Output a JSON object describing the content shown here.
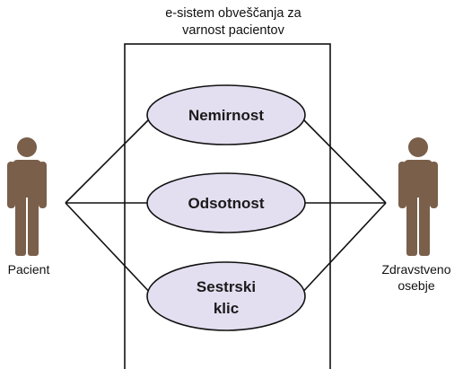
{
  "diagram": {
    "system_title_line1": "e-sistem obveščanja za",
    "system_title_line2": "varnost pacientov",
    "actors": {
      "left": {
        "label": "Pacient",
        "icon": "person-icon"
      },
      "right": {
        "label_line1": "Zdravstveno",
        "label_line2": "osebje",
        "icon": "person-icon"
      }
    },
    "use_cases": [
      {
        "label_line1": "Nemirnost",
        "label_line2": ""
      },
      {
        "label_line1": "Odsotnost",
        "label_line2": ""
      },
      {
        "label_line1": "Sestrski",
        "label_line2": "klic"
      }
    ]
  },
  "colors": {
    "actor": "#7a5f4a",
    "ellipse_fill": "#e4dff0",
    "ellipse_stroke": "#111111",
    "lines": "#111111"
  }
}
